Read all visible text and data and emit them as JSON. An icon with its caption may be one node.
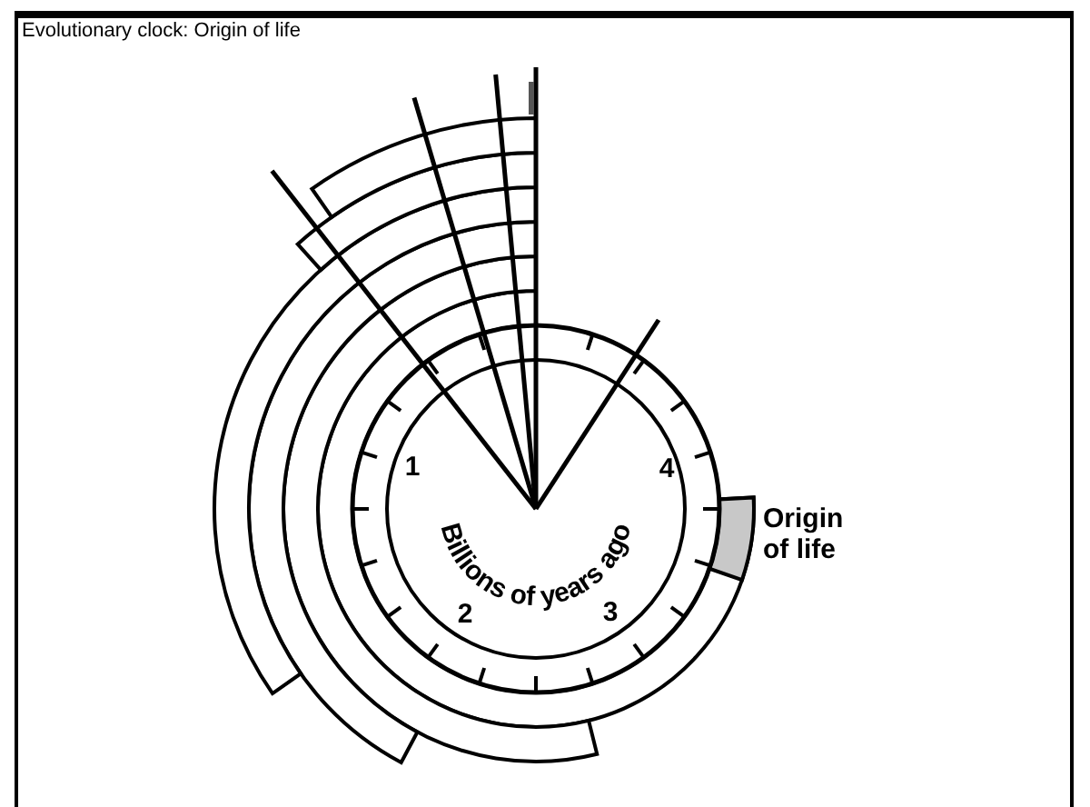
{
  "diagram": {
    "title": "Evolutionary clock: Origin of life",
    "labels": [
      "1",
      "2",
      "3",
      "4",
      "Billions of years ago",
      "Origin of life"
    ]
  }
}
